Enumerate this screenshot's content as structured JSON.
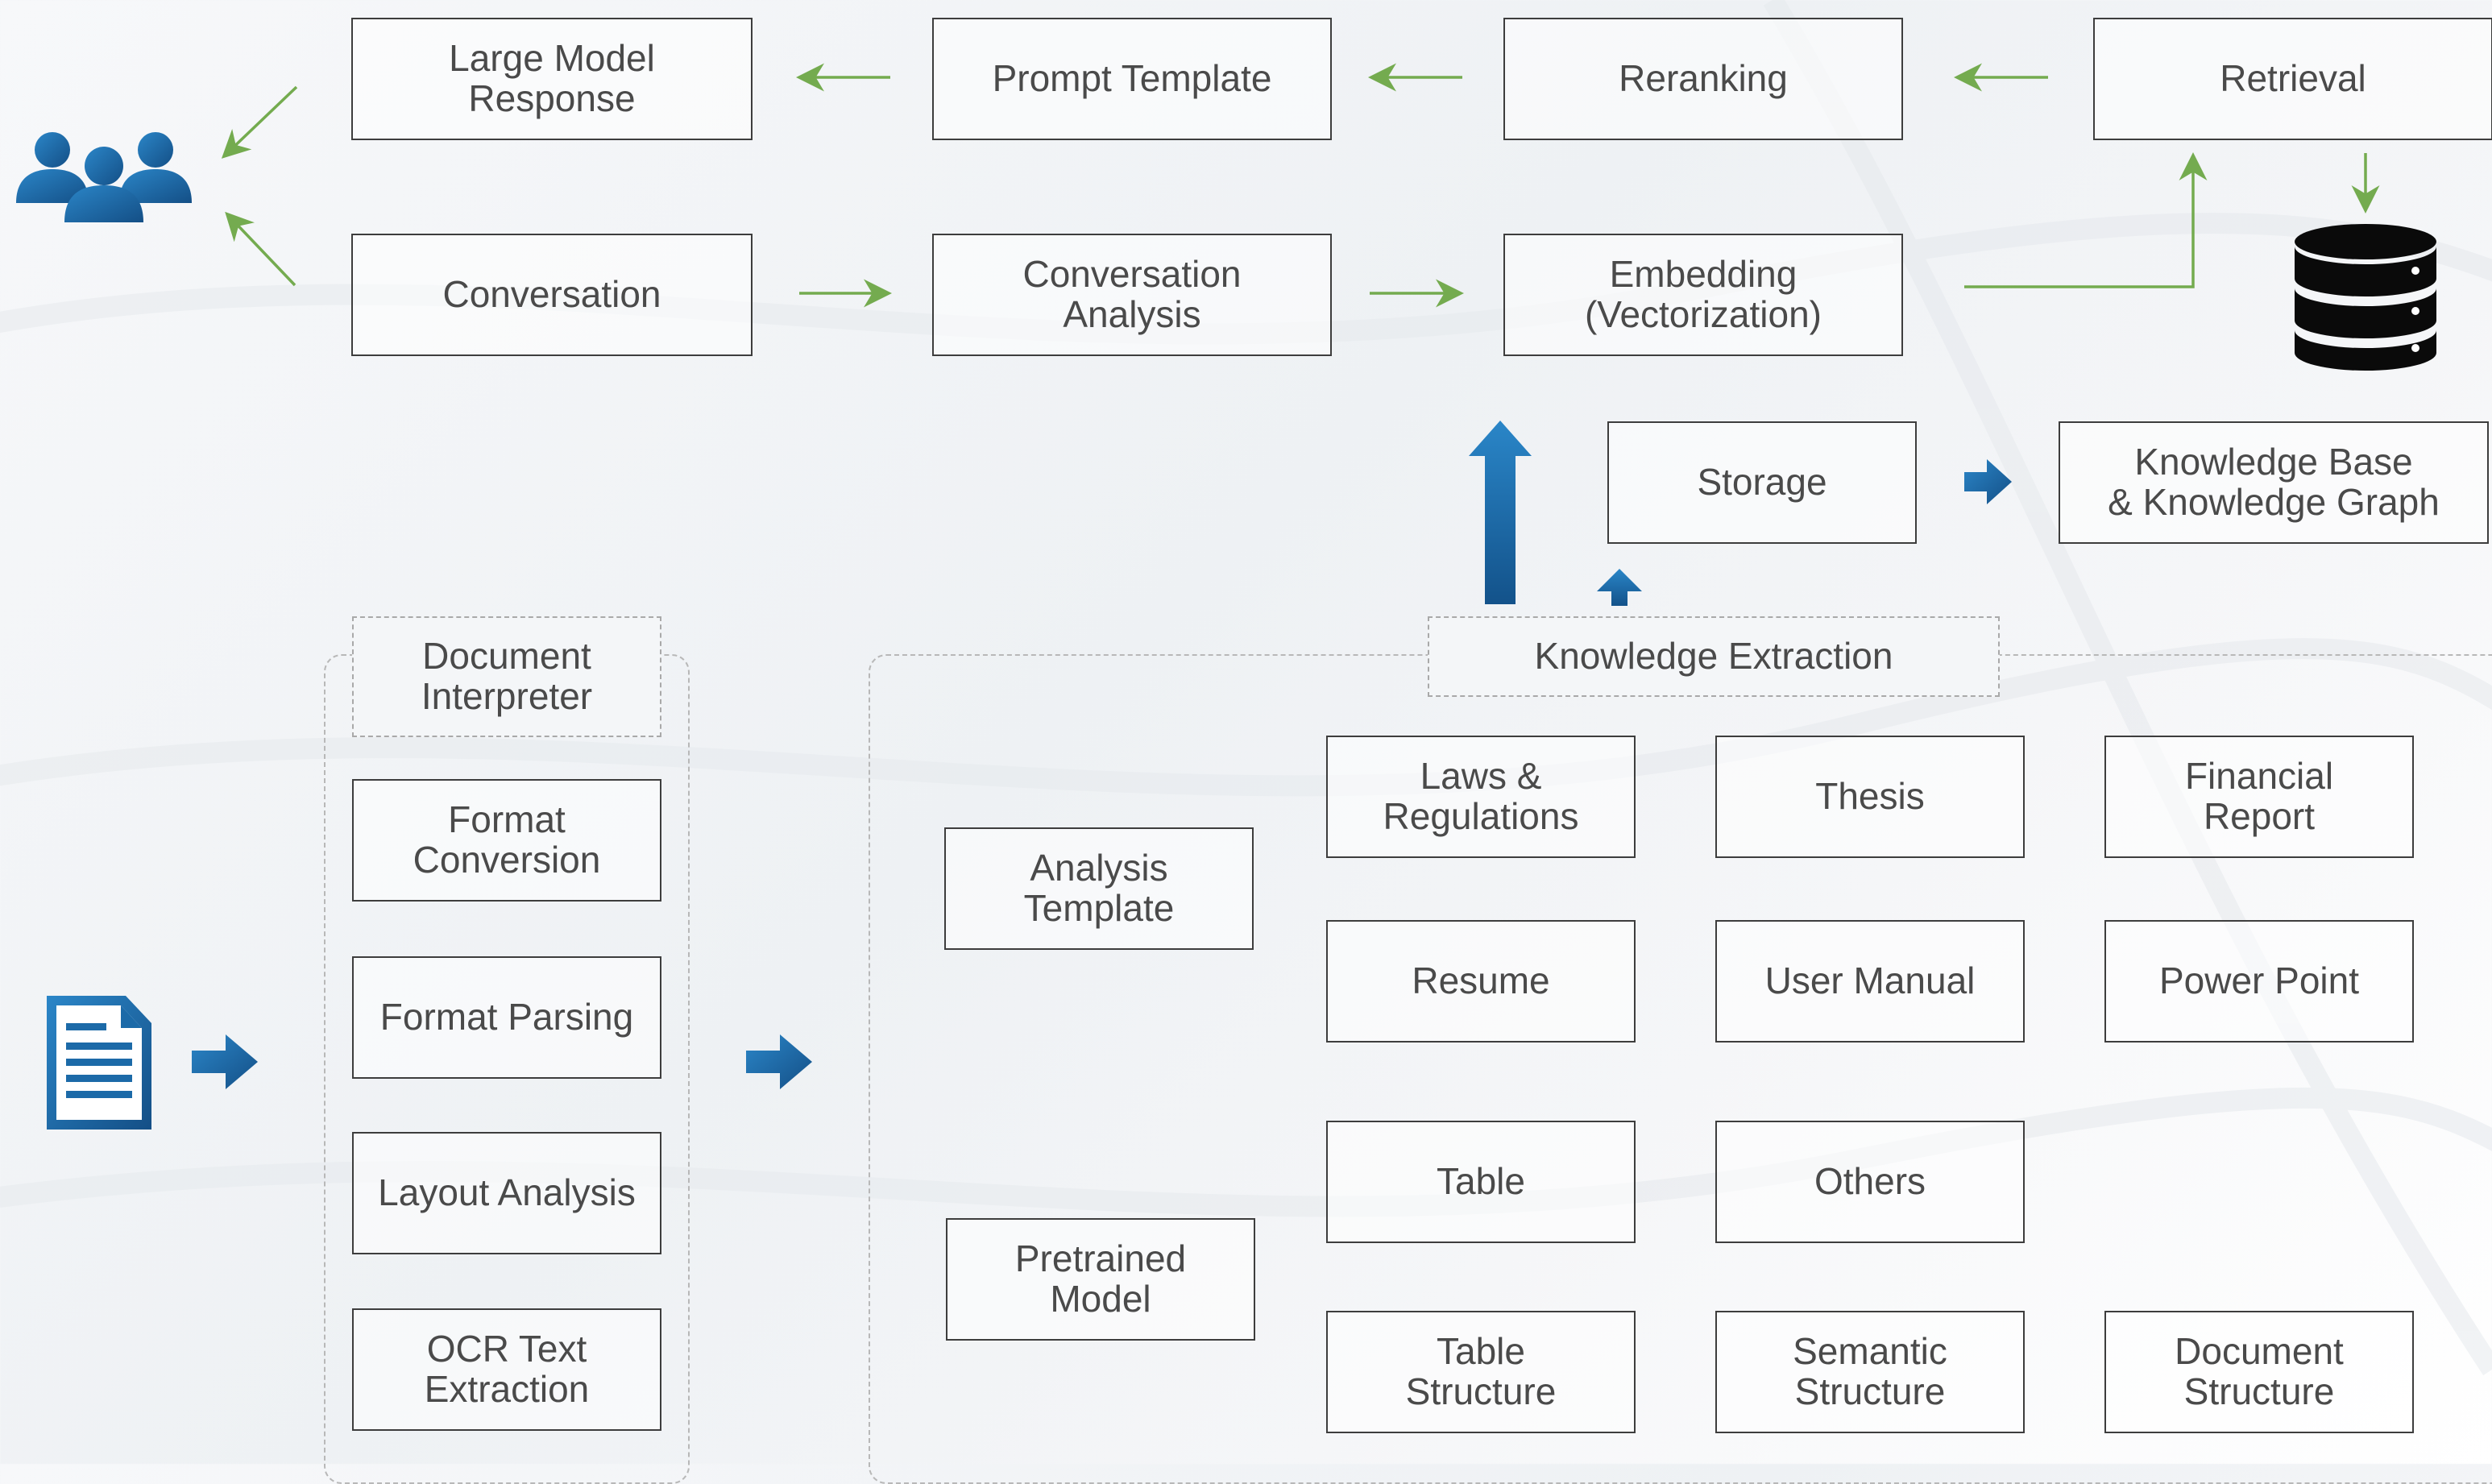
{
  "colors": {
    "flow_arrow": "#74ab4f",
    "block_arrow": "#1c6aa8",
    "box_border": "#3d3d3d",
    "text": "#4a4a4a",
    "icon_blue": "#1f6fae",
    "database": "#0a0a0a"
  },
  "icons": {
    "users": "users-icon",
    "document": "document-icon",
    "database": "database-icon"
  },
  "boxes": {
    "large_model_response": "Large Model\nResponse",
    "prompt_template": "Prompt Template",
    "reranking": "Reranking",
    "retrieval": "Retrieval",
    "conversation": "Conversation",
    "conversation_analysis": "Conversation\nAnalysis",
    "embedding": "Embedding\n(Vectorization)",
    "storage": "Storage",
    "knowledge_base": "Knowledge Base\n& Knowledge Graph",
    "document_interpreter": "Document\nInterpreter",
    "format_conversion": "Format\nConversion",
    "format_parsing": "Format Parsing",
    "layout_analysis": "Layout Analysis",
    "ocr_text_extraction": "OCR Text\nExtraction",
    "knowledge_extraction": "Knowledge  Extraction",
    "analysis_template": "Analysis\nTemplate",
    "pretrained_model": "Pretrained\nModel",
    "laws_regulations": "Laws &\nRegulations",
    "thesis": "Thesis",
    "financial_report": "Financial\nReport",
    "resume": "Resume",
    "user_manual": "User Manual",
    "power_point": "Power Point",
    "table": "Table",
    "others": "Others",
    "table_structure": "Table\nStructure",
    "semantic_structure": "Semantic\nStructure",
    "document_structure": "Document\nStructure"
  }
}
